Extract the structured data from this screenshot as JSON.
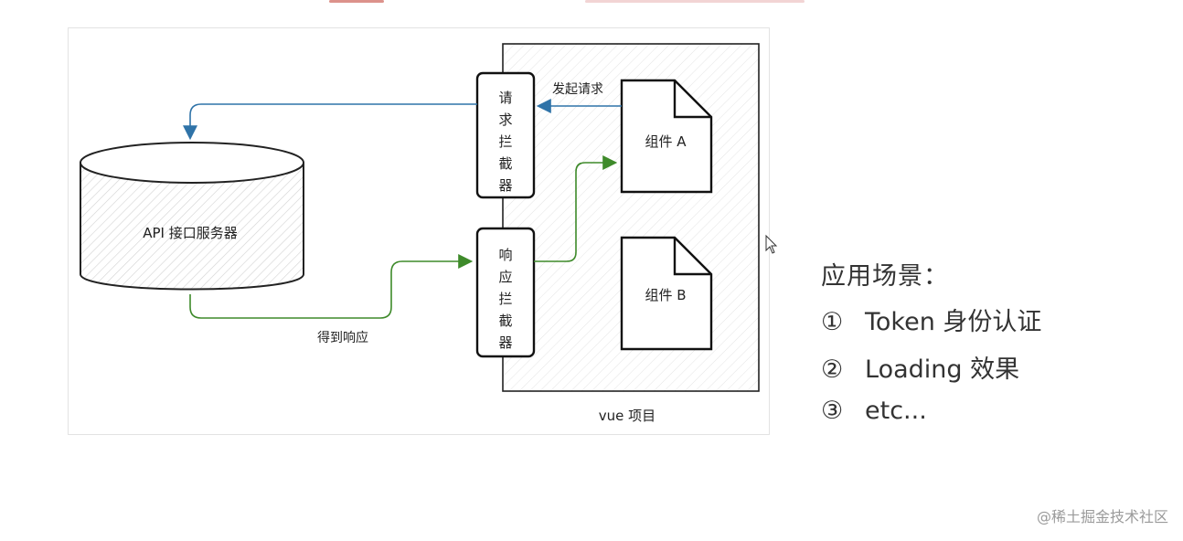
{
  "diagram": {
    "server_label": "API 接口服务器",
    "request_interceptor_label": "请求拦截器",
    "response_interceptor_label": "响应拦截器",
    "component_a_label": "组件 A",
    "component_b_label": "组件 B",
    "vue_project_label": "vue 项目",
    "send_request_label": "发起请求",
    "get_response_label": "得到响应",
    "colors": {
      "request_arrow": "#2f73a8",
      "response_arrow": "#3e8a2a",
      "stroke": "#1a1a1a",
      "hatch": "#cfcfcf"
    }
  },
  "notes": {
    "title": "应用场景：",
    "items": [
      {
        "marker": "①",
        "text": "Token 身份认证"
      },
      {
        "marker": "②",
        "text": "Loading 效果"
      },
      {
        "marker": "③",
        "text": "etc..."
      }
    ]
  },
  "watermark": "@稀土掘金技术社区",
  "cursor_icon": "mouse-pointer-icon"
}
